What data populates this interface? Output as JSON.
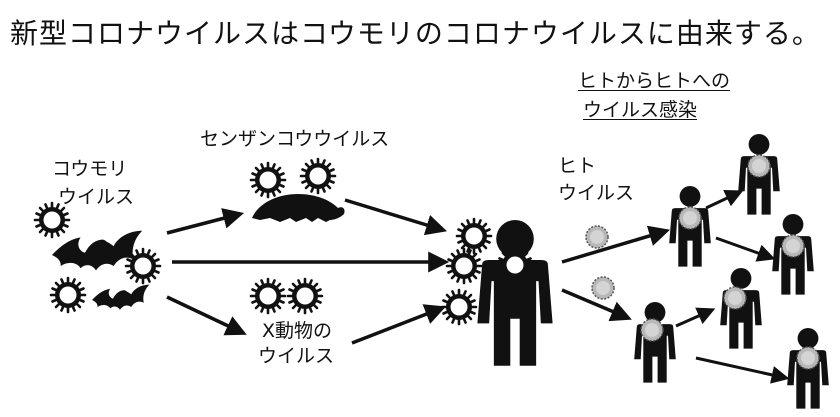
{
  "title": "新型コロナウイルスはコウモリのコロナウイルスに由来する。",
  "labels": {
    "bat_virus_line1": "コウモリ",
    "bat_virus_line2": "ウイルス",
    "pangolin_virus": "センザンコウウイルス",
    "animal_x_line1": "X動物の",
    "animal_x_line2": "ウイルス",
    "human_virus_line1": "ヒト",
    "human_virus_line2": "ウイルス",
    "h2h_line1": "ヒトからヒトへの",
    "h2h_line2": "ウイルス感染"
  },
  "colors": {
    "ink": "#111111",
    "virus_white": "#ffffff",
    "virus_gray": "#b8b8b8"
  }
}
